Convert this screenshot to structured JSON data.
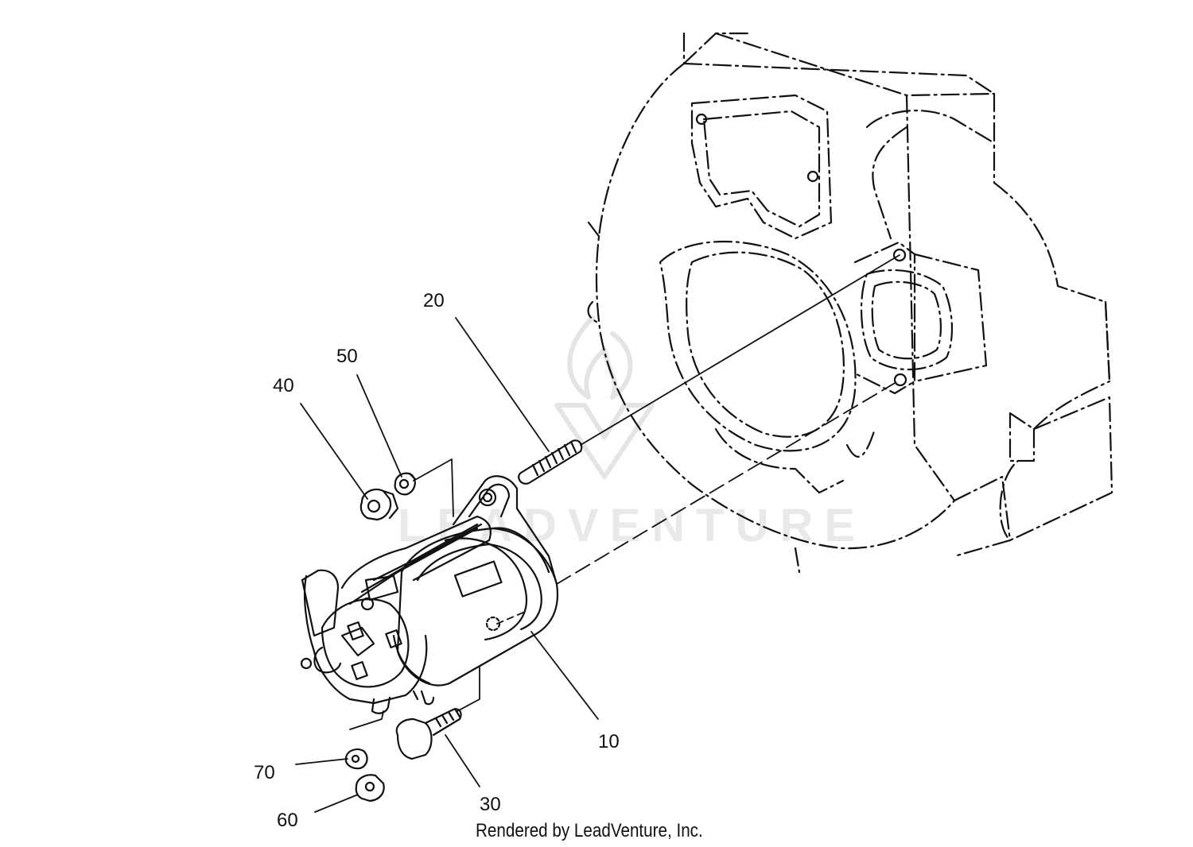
{
  "labels": {
    "p10": "10",
    "p20": "20",
    "p30": "30",
    "p40": "40",
    "p50": "50",
    "p60": "60",
    "p70": "70"
  },
  "watermark": "LEADVENTURE",
  "footer": "Rendered by LeadVenture, Inc.",
  "colors": {
    "line": "#111111",
    "watermark": "#e9e9e9",
    "background": "#ffffff"
  }
}
